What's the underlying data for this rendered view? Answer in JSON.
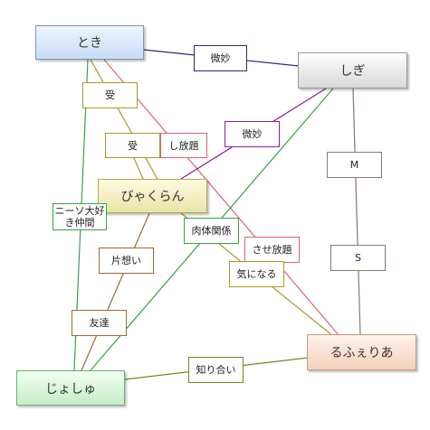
{
  "nodes": {
    "toki": "とき",
    "shigi": "しぎ",
    "byakuran": "びゃくらん",
    "rufuria": "るふぇりあ",
    "josyu": "じょしゅ"
  },
  "edges": {
    "toki_shigi": "微妙",
    "toki_byakuran": "受",
    "byakuran_toki": "受",
    "toki_rufuria_a": "し放題",
    "shigi_byakuran": "微妙",
    "toki_josyu": "ニーソ大好\nき仲間",
    "byakuran_rufuria": "肉体関係",
    "toki_rufuria_b": "させ放題",
    "shigi_rufuria_m": "M",
    "shigi_rufuria_s": "S",
    "byakuran_josyu": "片想い",
    "rufuria_byakuran": "気になる",
    "josyu_byakuran": "友達",
    "josyu_rufuria": "知り合い"
  },
  "colors": {
    "navy": "#2b2b6e",
    "purple": "#8a1f9a",
    "olive": "#a89a2a",
    "red": "#e06070",
    "green": "#3aa04a",
    "brown": "#9a6a3a",
    "gray": "#8a7a6a"
  }
}
